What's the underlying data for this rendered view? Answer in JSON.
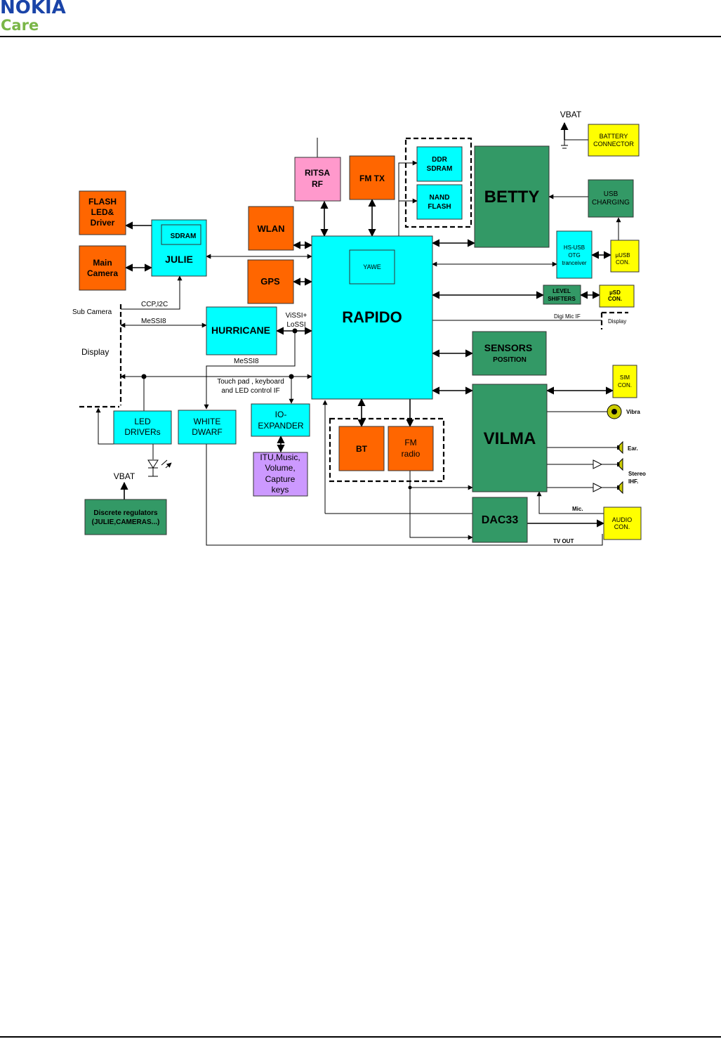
{
  "header": {
    "brand": "NOKIA",
    "sub_brand": "Care"
  },
  "diagram": {
    "blocks": {
      "flash_led": [
        "FLASH",
        "LED&",
        "Driver"
      ],
      "main_camera": [
        "Main",
        "Camera"
      ],
      "julie": "JULIE",
      "julie_sdram": "SDRAM",
      "wlan": "WLAN",
      "gps": "GPS",
      "ritsa": [
        "RITSA",
        "RF"
      ],
      "fm_tx": "FM TX",
      "ddr_sdram": [
        "DDR",
        "SDRAM"
      ],
      "nand_flash": [
        "NAND",
        "FLASH"
      ],
      "betty": "BETTY",
      "battery_connector": [
        "BATTERY",
        "CONNECTOR"
      ],
      "usb_charging": [
        "USB",
        "CHARGING"
      ],
      "hs_usb": [
        "HS-USB",
        "OTG",
        "tranceiver"
      ],
      "usb_con": [
        "µUSB",
        "CON."
      ],
      "rapido": "RAPIDO",
      "yawe": "YAWE",
      "level_shifters": [
        "LEVEL",
        "SHIFTERS"
      ],
      "usd_con": [
        "µSD",
        "CON."
      ],
      "hurricane": "HURRICANE",
      "sensors": [
        "SENSORS",
        "POSITION"
      ],
      "sim_con": [
        "SIM",
        "CON."
      ],
      "vilma": "VILMA",
      "led_drivers": [
        "LED",
        "DRIVERs"
      ],
      "white_dwarf": [
        "WHITE",
        "DWARF"
      ],
      "io_expander": [
        "IO-",
        "EXPANDER"
      ],
      "keys": [
        "ITU,Music,",
        "Volume,",
        "Capture",
        "keys"
      ],
      "bt": "BT",
      "fm_radio": [
        "FM",
        "radio"
      ],
      "dac33": "DAC33",
      "audio_con": [
        "AUDIO",
        "CON."
      ],
      "discrete_regulators": [
        "Discrete regulators",
        "(JULIE,CAMERAS...)"
      ]
    },
    "labels": {
      "vbat_top": "VBAT",
      "vbat_left": "VBAT",
      "sub_camera": "Sub Camera",
      "display_left": "Display",
      "display_right": "Display",
      "ccp_i2c": "CCP,I2C",
      "messi8_top": "MeSSI8",
      "messi8_bottom": "MeSSI8",
      "vissi": [
        "ViSSI+",
        "LoSSI"
      ],
      "touch_pad": [
        "Touch pad , keyboard",
        "and LED control IF"
      ],
      "digi_mic": "Digi Mic IF",
      "vibra": "Vibra",
      "ear": "Ear.",
      "stereo_ihf": [
        "Stereo",
        "IHF."
      ],
      "mic": "Mic.",
      "tv_out": "TV OUT"
    }
  }
}
